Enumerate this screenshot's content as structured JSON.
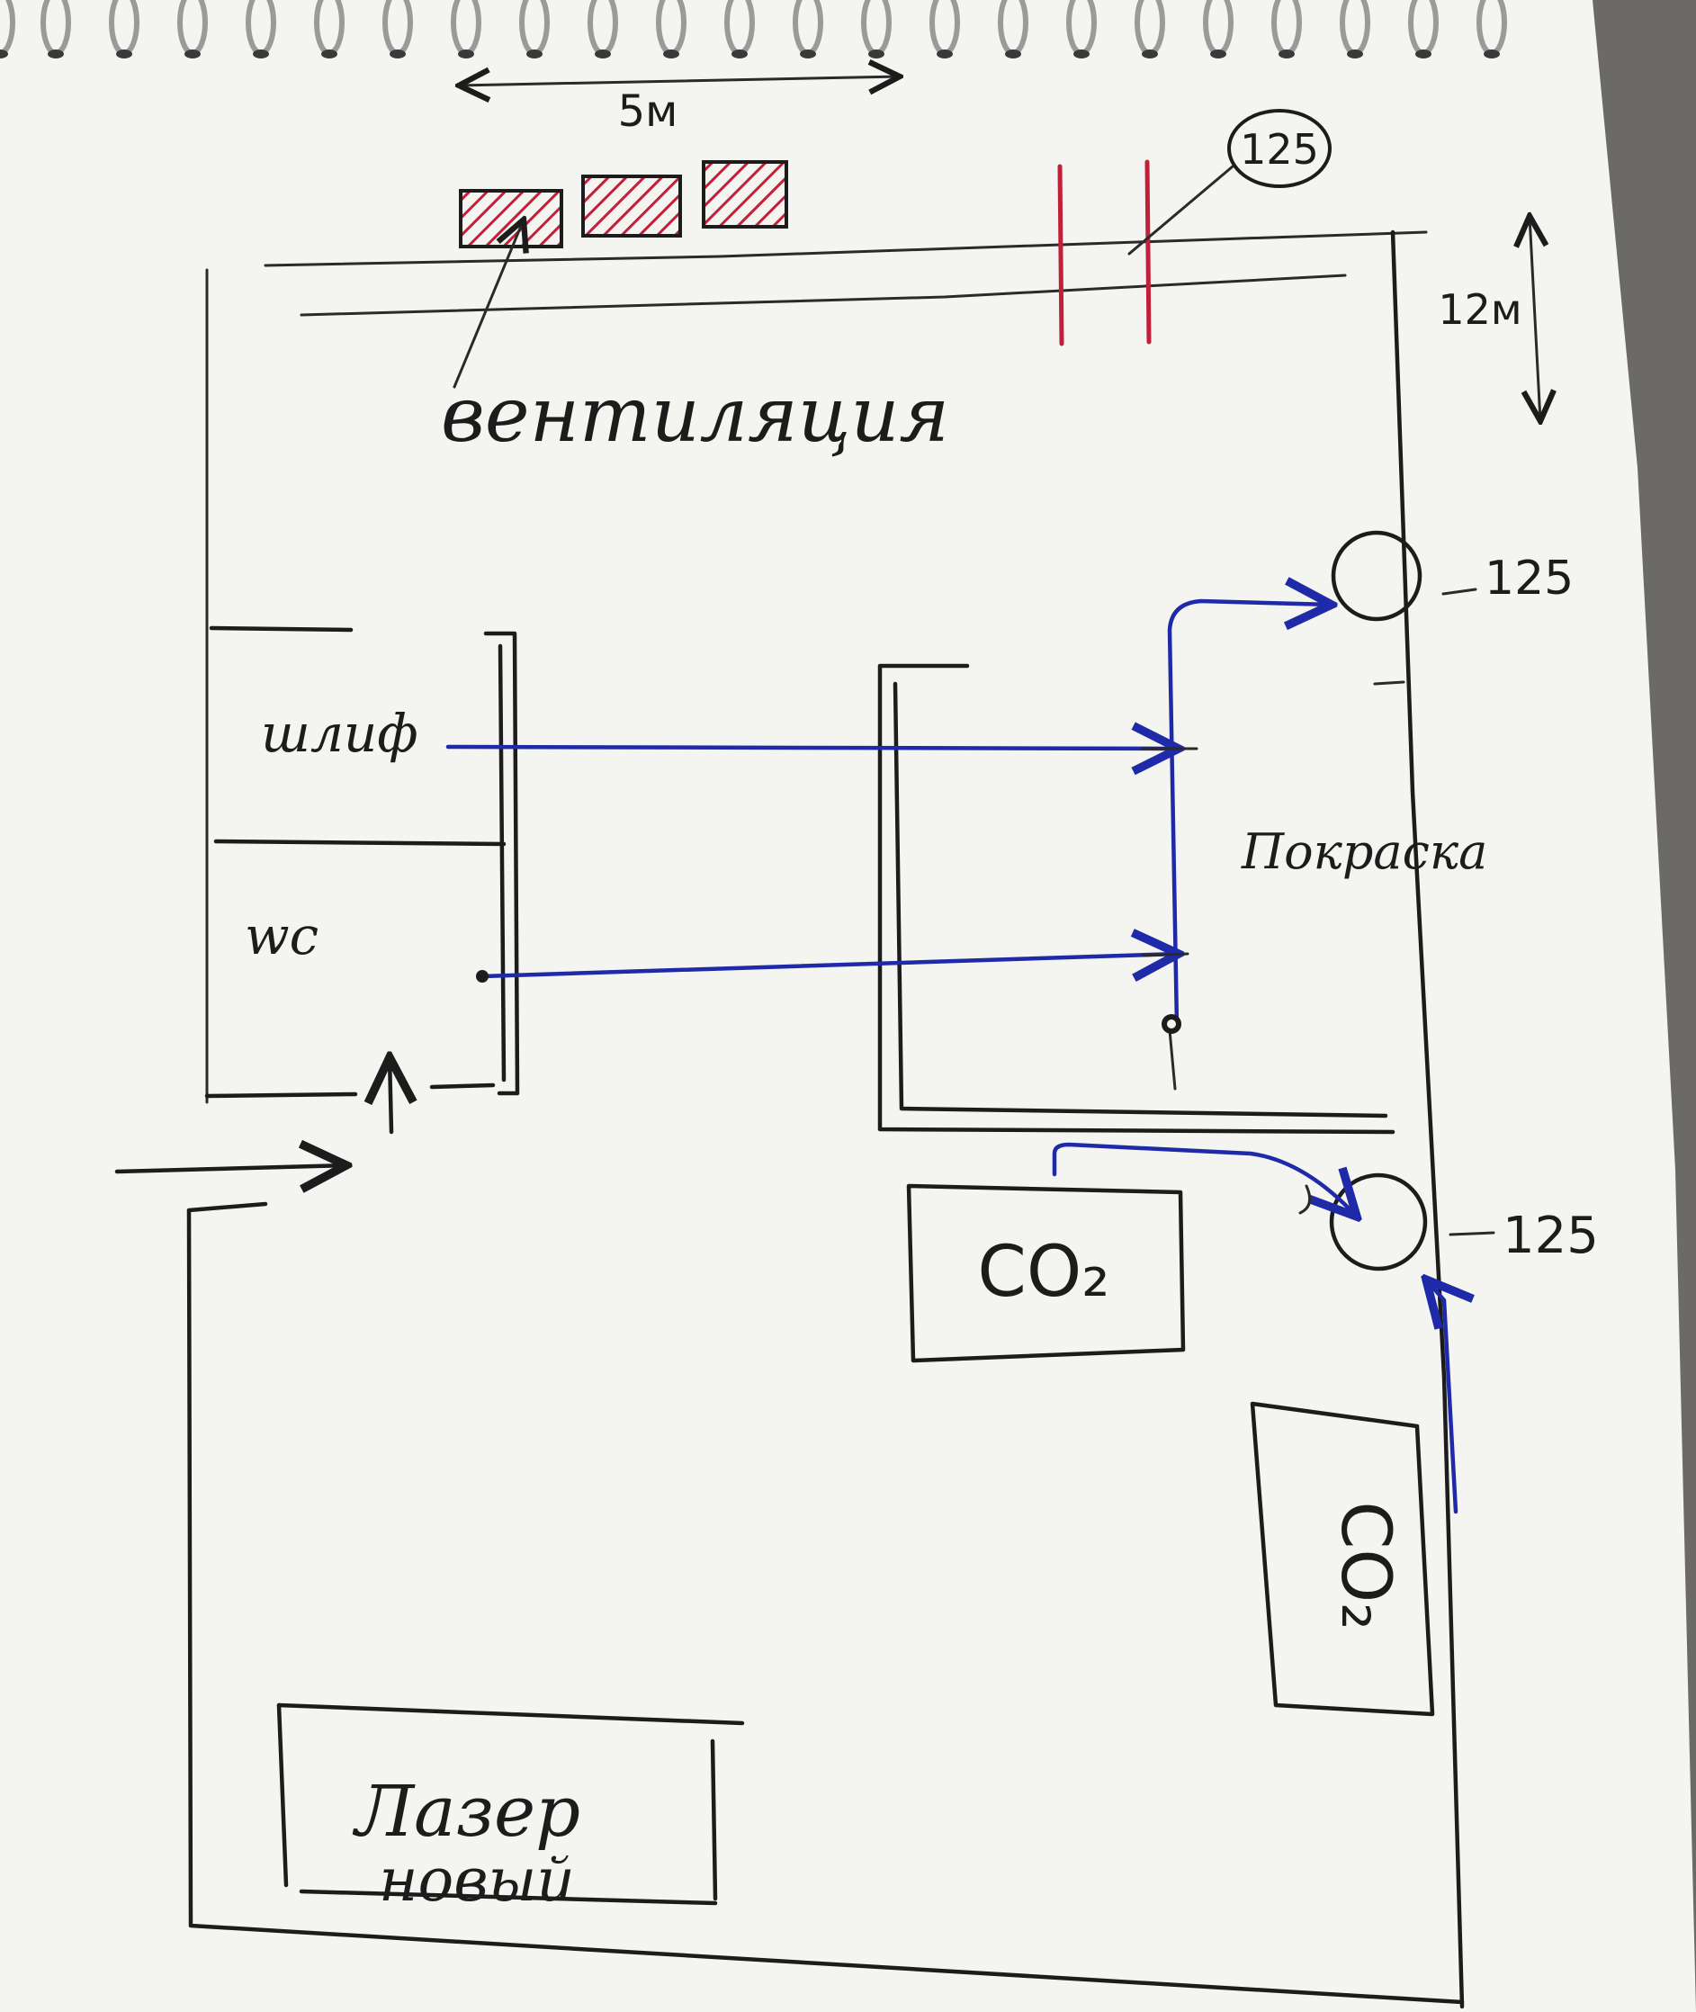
{
  "labels": {
    "width_dim": "5м",
    "height_dim": "12м",
    "ventilation": "вентиляция",
    "duct_top": "125",
    "duct_right_upper": "125",
    "duct_right_lower": "125",
    "room_grind": "шлиф",
    "room_wc": "wc",
    "room_paint": "Покраска",
    "machine_co2_a": "CO₂",
    "machine_co2_b": "CO₂",
    "machine_laser_line1": "Лазер",
    "machine_laser_line2": "новый"
  },
  "colors": {
    "paper": "#f4f4f1",
    "ink": "#1c1c1c",
    "blue_ink": "#1f2aa8",
    "red_ink": "#c2203a",
    "background": "#6b6a66"
  }
}
